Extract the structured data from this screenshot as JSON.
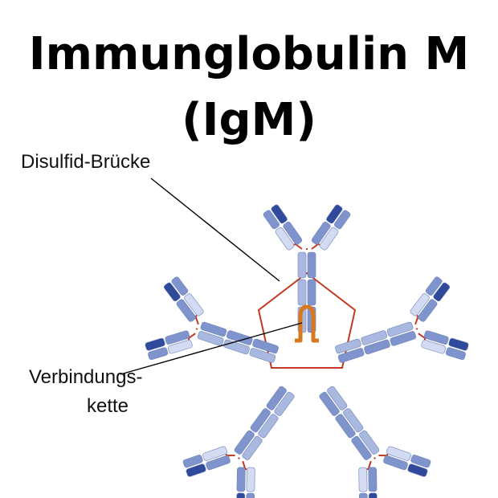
{
  "title": {
    "line1": "Immunglobulin M",
    "line2": "(IgM)"
  },
  "labels": {
    "disulfide_bridge": "Disulfid-Brücke",
    "joining_chain_line1": "Verbindungs-",
    "joining_chain_line2": "kette"
  },
  "colors": {
    "heavy_chain_light": "#a9b8df",
    "heavy_chain_dark": "#7f93cc",
    "light_chain_pale": "#d3dbf2",
    "variable_dark": "#2f4a9a",
    "bridge_red": "#c23a22",
    "joining_chain_orange": "#d7791f",
    "pointer_line": "#000000"
  },
  "structure": {
    "monomers": 5,
    "antigen_binding_arms": 10
  }
}
